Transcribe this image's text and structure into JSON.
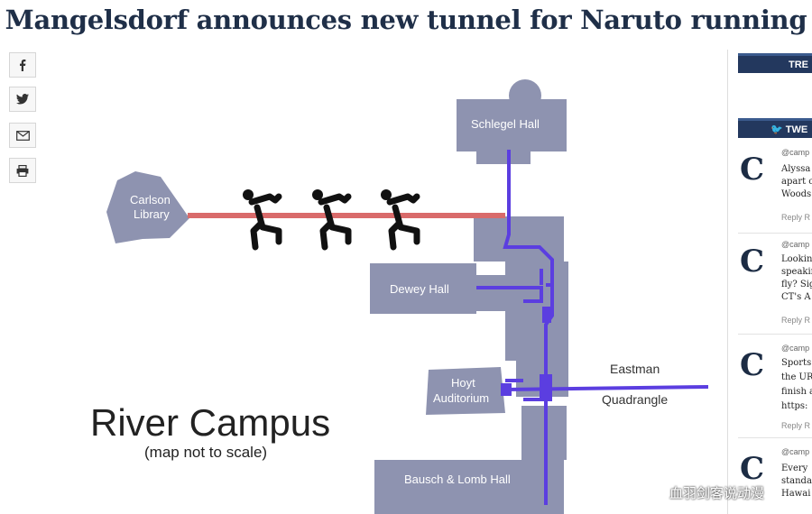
{
  "headline": "Mangelsdorf announces new tunnel for Naruto running",
  "share_icons": [
    "facebook-icon",
    "twitter-icon",
    "email-icon",
    "print-icon"
  ],
  "map": {
    "title": "River Campus",
    "subtitle": "(map not to scale)",
    "buildings": {
      "schlegel": "Schlegel Hall",
      "carlson_1": "Carlson",
      "carlson_2": "Library",
      "dewey": "Dewey Hall",
      "hoyt_1": "Hoyt",
      "hoyt_2": "Auditorium",
      "bausch": "Bausch & Lomb Hall"
    },
    "eastman": "Eastman",
    "quadrangle": "Quadrangle",
    "colors": {
      "building": "#8e93b0",
      "tunnel": "#5b3ee0",
      "new_tunnel": "#d96b6b",
      "runner": "#111111"
    }
  },
  "sidebar": {
    "trending_label": "TRE",
    "tweets_label": "TWE",
    "tweets": [
      {
        "handle": "@camp",
        "lines": [
          "Alyssa",
          "apart c",
          "Woods"
        ],
        "actions": "Reply R"
      },
      {
        "handle": "@camp",
        "lines": [
          "Lookin",
          "speakir",
          "fly? Sig",
          "CT's A"
        ],
        "actions": "Reply R"
      },
      {
        "handle": "@camp",
        "lines": [
          "Sports",
          "the UR",
          "finish a",
          "https:"
        ],
        "actions": "Reply R"
      },
      {
        "handle": "@camp",
        "lines": [
          "Every",
          "standa",
          "Hawai"
        ],
        "actions": ""
      }
    ]
  },
  "watermark": "血羽剑客说动漫"
}
